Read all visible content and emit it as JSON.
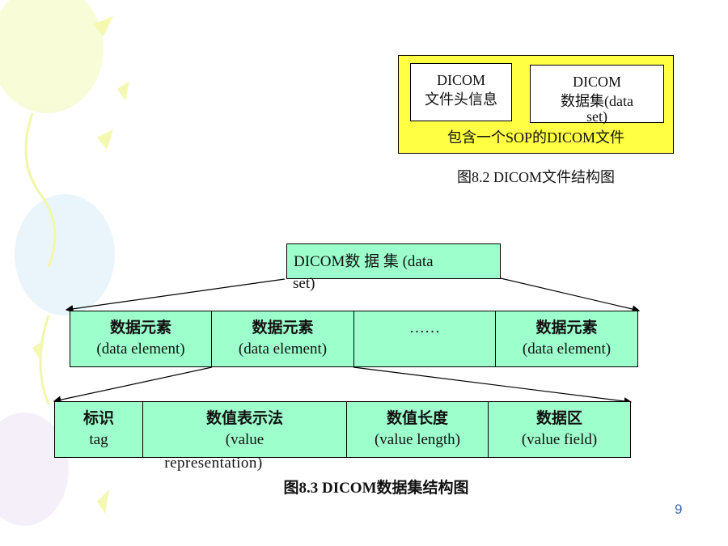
{
  "colors": {
    "file_bg": "#ffff44",
    "node_bg": "#9dffcc",
    "slide_number": "#3366a8"
  },
  "fig82": {
    "header_line1": "DICOM",
    "header_line2": "文件头信息",
    "dataset_line1": "DICOM",
    "dataset_line2": "数据集(data",
    "dataset_line3": "set)",
    "container_label": "包含一个SOP的DICOM文件",
    "caption": "图8.2  DICOM文件结构图"
  },
  "fig83": {
    "root_line1": "DICOM数 据 集 (data",
    "root_line2": "set)",
    "elements": [
      {
        "cn": "数据元素",
        "en": "(data element)"
      },
      {
        "cn": "数据元素",
        "en": "(data element)"
      },
      {
        "cn": "……",
        "en": ""
      },
      {
        "cn": "数据元素",
        "en": "(data element)"
      }
    ],
    "fields": [
      {
        "cn": "标识",
        "en": "tag",
        "en2": ""
      },
      {
        "cn": "数值表示法",
        "en": "(value",
        "en2": "representation)"
      },
      {
        "cn": "数值长度",
        "en": "(value length)",
        "en2": ""
      },
      {
        "cn": "数据区",
        "en": "(value field)",
        "en2": ""
      }
    ],
    "caption": "图8.3  DICOM数据集结构图"
  },
  "slide_number": "9"
}
